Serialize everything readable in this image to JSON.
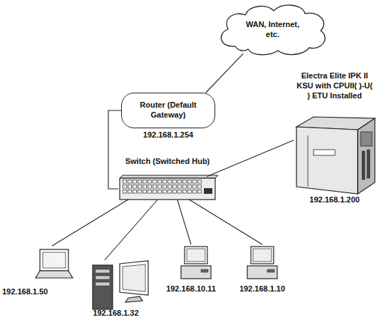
{
  "diagram": {
    "nodes": [
      {
        "text": [
          "WAN, Internet, etc."
        ]
      },
      {
        "text": [
          "Router (Default Gateway)",
          "192.168.1.254"
        ]
      },
      {
        "text": [
          "Switch (Switched Hub)"
        ]
      },
      {
        "text": [
          "Electra Elite IPK II KSU with CPUII( )-U( ) ETU Installed",
          "192.168.1.200"
        ]
      },
      {
        "text": [
          "192.168.1.50"
        ]
      },
      {
        "text": [
          "192.168.1.32"
        ]
      },
      {
        "text": [
          "192.168.10.11"
        ]
      },
      {
        "text": [
          "192.168.1.10"
        ]
      }
    ],
    "edges": [
      {
        "from": 0,
        "to": 1,
        "arrow": "none"
      },
      {
        "from": 1,
        "to": 2,
        "arrow": "none"
      },
      {
        "from": 2,
        "to": 3,
        "arrow": "none"
      },
      {
        "from": 2,
        "to": 4,
        "arrow": "none"
      },
      {
        "from": 2,
        "to": 5,
        "arrow": "none"
      },
      {
        "from": 2,
        "to": 6,
        "arrow": "none"
      },
      {
        "from": 2,
        "to": 7,
        "arrow": "none"
      }
    ]
  }
}
